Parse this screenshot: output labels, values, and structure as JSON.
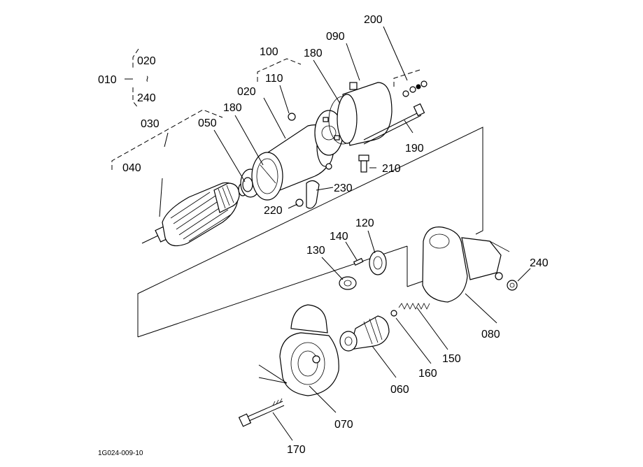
{
  "diagram": {
    "drawing_code": "1G024-009-10",
    "labels": {
      "p010": "010",
      "p020_top": "020",
      "p240_top": "240",
      "tilde": "~",
      "p100": "100",
      "p110": "110",
      "p180_a": "180",
      "p090": "090",
      "p200": "200",
      "p020": "020",
      "p180_b": "180",
      "p030": "030",
      "p050": "050",
      "p040": "040",
      "p190": "190",
      "p210": "210",
      "p230": "230",
      "p220": "220",
      "p120": "120",
      "p140": "140",
      "p130": "130",
      "p240": "240",
      "p080": "080",
      "p150": "150",
      "p160": "160",
      "p060": "060",
      "p070": "070",
      "p170": "170"
    }
  }
}
